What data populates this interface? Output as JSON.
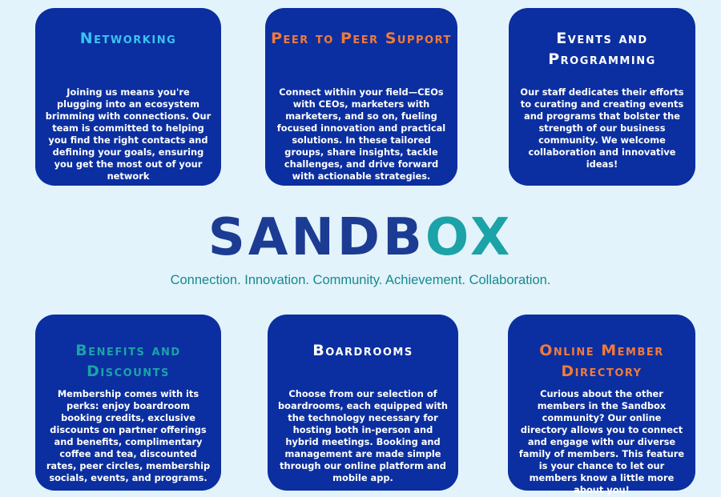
{
  "colors": {
    "background": "#e3f3fb",
    "card": "#0b2fa0",
    "title_light_blue": "#39c3f2",
    "title_orange": "#f07a3a",
    "title_white": "#ffffff",
    "title_teal": "#1ba3a8",
    "brand_navy": "#1c3b93",
    "brand_teal": "#1ba3a8",
    "tagline": "#148a8f"
  },
  "brand": {
    "part_a": "SANDB",
    "part_b": "OX",
    "tagline": "Connection. Innovation. Community. Achievement. Collaboration."
  },
  "cards": [
    {
      "title": "Networking",
      "body": "Joining us means you're plugging into an ecosystem brimming with connections. Our team is committed to helping you find the right contacts and defining your goals, ensuring you get the most out of your network"
    },
    {
      "title": "Peer to Peer Support",
      "body": "Connect within your field—CEOs with CEOs, marketers with marketers, and so on, fueling focused innovation and practical solutions. In these tailored groups, share insights, tackle challenges, and drive forward  with actionable strategies."
    },
    {
      "title": "Events and Programming",
      "body": "Our staff dedicates their efforts to curating and creating events and programs that bolster the strength of our business community. We welcome collaboration and innovative ideas!"
    },
    {
      "title": "Benefits and Discounts",
      "body": "Membership comes with its perks: enjoy boardroom booking credits, exclusive discounts on partner offerings and benefits, complimentary coffee and tea, discounted rates, peer circles, membership socials, events, and programs."
    },
    {
      "title": "Boardrooms",
      "body": "Choose from our selection of boardrooms, each equipped with the technology necessary for hosting both in-person and hybrid meetings. Booking and management are made simple through our online platform and mobile app."
    },
    {
      "title": "Online Member Directory",
      "body": "Curious about the other members in the Sandbox community? Our online directory allows you to connect and engage with our diverse family of members. This feature is your chance to let our members know a little more about you!"
    }
  ]
}
